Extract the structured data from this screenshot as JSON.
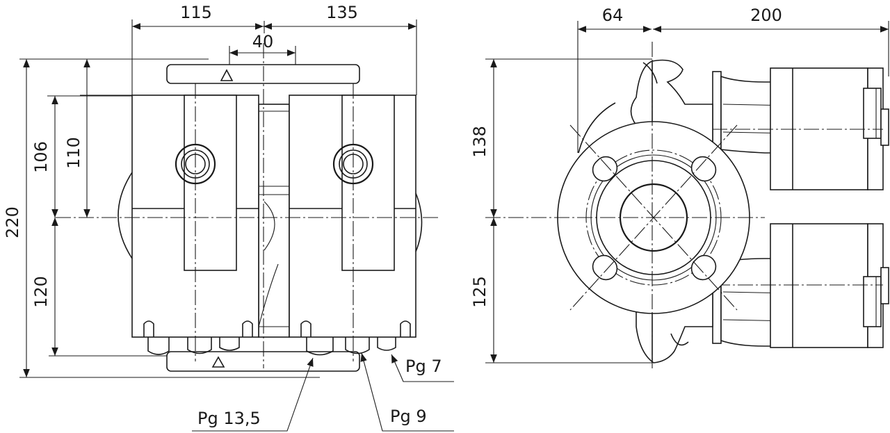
{
  "front_view": {
    "dim_top_left": "115",
    "dim_top_right": "135",
    "dim_center": "40",
    "dim_overall_height": "220",
    "dim_upper_106": "106",
    "dim_upper_110": "110",
    "dim_lower": "120",
    "callout_pg7": "Pg 7",
    "callout_pg9": "Pg 9",
    "callout_pg135": "Pg 13,5"
  },
  "side_view": {
    "dim_left": "64",
    "dim_right": "200",
    "dim_upper": "138",
    "dim_lower": "125"
  },
  "colors": {
    "line": "#1a1a1a",
    "background": "#ffffff"
  }
}
